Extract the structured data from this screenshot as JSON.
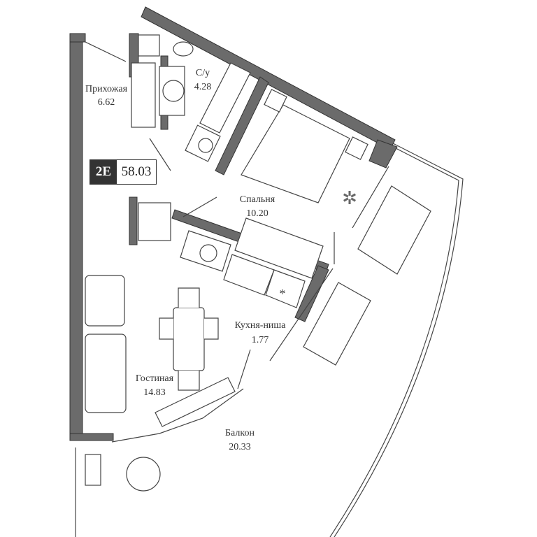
{
  "apartment": {
    "code": "2E",
    "total_area": "58.03"
  },
  "rooms": [
    {
      "name": "Прихожая",
      "area": "6.62"
    },
    {
      "name": "С/у",
      "area": "4.28"
    },
    {
      "name": "Спальня",
      "area": "10.20"
    },
    {
      "name": "Кухня-ниша",
      "area": "1.77"
    },
    {
      "name": "Гостиная",
      "area": "14.83"
    },
    {
      "name": "Балкон",
      "area": "20.33"
    }
  ],
  "colors": {
    "wall": "#6b6b6b",
    "badge": "#333333"
  }
}
